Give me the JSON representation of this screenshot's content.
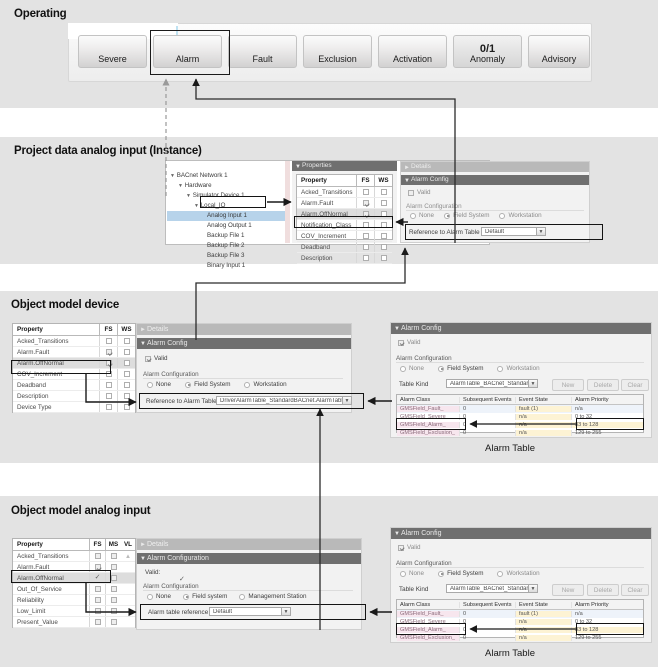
{
  "sections": {
    "operating": {
      "title": "Operating"
    },
    "project_data": {
      "title": "Project data analog input (Instance)"
    },
    "object_device": {
      "title": "Object model device"
    },
    "object_analog": {
      "title": "Object model analog input"
    }
  },
  "operating_bar": {
    "buttons": [
      {
        "label": "Severe",
        "count": ""
      },
      {
        "label": "Alarm",
        "count": ""
      },
      {
        "label": "Fault",
        "count": ""
      },
      {
        "label": "Exclusion",
        "count": ""
      },
      {
        "label": "Activation",
        "count": ""
      },
      {
        "label": "Anomaly",
        "count": "0/1"
      },
      {
        "label": "Advisory",
        "count": ""
      }
    ],
    "selected": "Alarm"
  },
  "tree": {
    "nodes": [
      {
        "label": "BACnet Network 1",
        "indent": 0,
        "expander": "▼",
        "selected": false
      },
      {
        "label": "Hardware",
        "indent": 1,
        "expander": "▼",
        "selected": false
      },
      {
        "label": "Simulator Device 1",
        "indent": 2,
        "expander": "▼",
        "selected": false
      },
      {
        "label": "Local_IO",
        "indent": 3,
        "expander": "▼",
        "selected": false
      },
      {
        "label": "Analog Input 1",
        "indent": 4,
        "expander": "",
        "selected": true
      },
      {
        "label": "Analog Output 1",
        "indent": 4,
        "expander": "",
        "selected": false
      },
      {
        "label": "Backup File 1",
        "indent": 4,
        "expander": "",
        "selected": false
      },
      {
        "label": "Backup File 2",
        "indent": 4,
        "expander": "",
        "selected": false
      },
      {
        "label": "Backup File 3",
        "indent": 4,
        "expander": "",
        "selected": false
      },
      {
        "label": "Binary Input 1",
        "indent": 4,
        "expander": "",
        "selected": false
      }
    ]
  },
  "instance_properties": {
    "panel_title": "Properties",
    "columns": [
      "Property",
      "FS",
      "WS"
    ],
    "rows": [
      {
        "name": "Acked_Transitions",
        "fs": false,
        "ws": false,
        "selected": false
      },
      {
        "name": "Alarm.Fault",
        "fs": true,
        "ws": false,
        "selected": false
      },
      {
        "name": "Alarm.OffNormal",
        "fs": true,
        "ws": false,
        "selected": true
      },
      {
        "name": "Notification_Class",
        "fs": false,
        "ws": false,
        "selected": false
      },
      {
        "name": "COV_Increment",
        "fs": false,
        "ws": false,
        "selected": false
      },
      {
        "name": "Deadband",
        "fs": false,
        "ws": false,
        "selected": false
      },
      {
        "name": "Description",
        "fs": false,
        "ws": false,
        "selected": false
      }
    ]
  },
  "instance_alarm_config": {
    "details_label": "Details",
    "section_label": "Alarm Config",
    "valid_label": "Valid",
    "valid_checked": false,
    "group_label": "Alarm Configuration",
    "options": [
      "None",
      "Field System",
      "Workstation"
    ],
    "selected_option": "Field System",
    "reference_label": "Reference to Alarm Table",
    "reference_value": "Default"
  },
  "device_properties": {
    "columns": [
      "Property",
      "FS",
      "WS"
    ],
    "rows": [
      {
        "name": "Acked_Transitions",
        "fs": false,
        "ws": false,
        "selected": false
      },
      {
        "name": "Alarm.Fault",
        "fs": true,
        "ws": false,
        "selected": false
      },
      {
        "name": "Alarm.OffNormal",
        "fs": true,
        "ws": false,
        "selected": true
      },
      {
        "name": "COV_Increment",
        "fs": false,
        "ws": false,
        "selected": false
      },
      {
        "name": "Deadband",
        "fs": false,
        "ws": false,
        "selected": false
      },
      {
        "name": "Description",
        "fs": false,
        "ws": false,
        "selected": false
      },
      {
        "name": "Device Type",
        "fs": false,
        "ws": false,
        "selected": false
      }
    ]
  },
  "device_alarm_config": {
    "details_label": "Details",
    "section_label": "Alarm Config",
    "valid_label": "Valid",
    "valid_checked": true,
    "group_label": "Alarm Configuration",
    "options": [
      "None",
      "Field System",
      "Workstation"
    ],
    "selected_option": "Field System",
    "reference_label": "Reference to Alarm Table",
    "reference_value": "DriverAlarmTable_StandardBACnet.AlarmTable"
  },
  "analog_properties": {
    "columns": [
      "Property",
      "FS",
      "MS",
      "VL"
    ],
    "rows": [
      {
        "name": "Acked_Transitions",
        "fs": false,
        "ms": false,
        "selected": false
      },
      {
        "name": "Alarm.Fault",
        "fs": true,
        "ms": false,
        "selected": false
      },
      {
        "name": "Alarm.OffNormal",
        "fs": true,
        "ms": false,
        "selected": true
      },
      {
        "name": "Out_Of_Service",
        "fs": false,
        "ms": false,
        "selected": false
      },
      {
        "name": "Reliability",
        "fs": false,
        "ms": false,
        "selected": false
      },
      {
        "name": "Low_Limit",
        "fs": false,
        "ms": false,
        "selected": false
      },
      {
        "name": "Present_Value",
        "fs": false,
        "ms": false,
        "selected": false
      }
    ]
  },
  "analog_alarm_config": {
    "details_label": "Details",
    "section_label": "Alarm Configuration",
    "valid_label": "Valid:",
    "valid_checked": true,
    "group_label": "Alarm Configuration",
    "options": [
      "None",
      "Field system",
      "Management Station"
    ],
    "selected_option": "Field system",
    "reference_label": "Alarm table reference",
    "reference_value": "Default"
  },
  "alarm_table_panel": {
    "section_label": "Alarm Config",
    "valid_label": "Valid",
    "valid_checked": true,
    "group_label": "Alarm Configuration",
    "options": [
      "None",
      "Field System",
      "Workstation"
    ],
    "selected_option": "Field System",
    "table_kind_label": "Table Kind",
    "table_kind_value": "AlarmTable_BACnet_Standard",
    "buttons": [
      "New",
      "Delete",
      "Clear"
    ],
    "caption": "Alarm Table",
    "columns": [
      "Alarm Class",
      "Subsequent Events",
      "Event State",
      "Alarm Priority"
    ],
    "rows": [
      {
        "alarm_class": "GMSField_Fault_",
        "subsequent_events": "0",
        "event_state": "fault (1)",
        "alarm_priority": "n/a",
        "highlighted": false
      },
      {
        "alarm_class": "GMSField_Severe_",
        "subsequent_events": "0",
        "event_state": "n/a",
        "alarm_priority": "0 to  32",
        "highlighted": false
      },
      {
        "alarm_class": "GMSField_Alarm_",
        "subsequent_events": "0",
        "event_state": "n/a",
        "alarm_priority": "33 to  128",
        "highlighted": true
      },
      {
        "alarm_class": "GMSField_Exclusion_",
        "subsequent_events": "0",
        "event_state": "n/a",
        "alarm_priority": "129 to  255",
        "highlighted": false
      }
    ]
  },
  "colors": {
    "band": "#e3e3e3",
    "section_header": "#6f6f6f",
    "selection": "#b7d3ea",
    "highlight_outline": "#141414",
    "row_highlight": "#f7e6ee"
  }
}
